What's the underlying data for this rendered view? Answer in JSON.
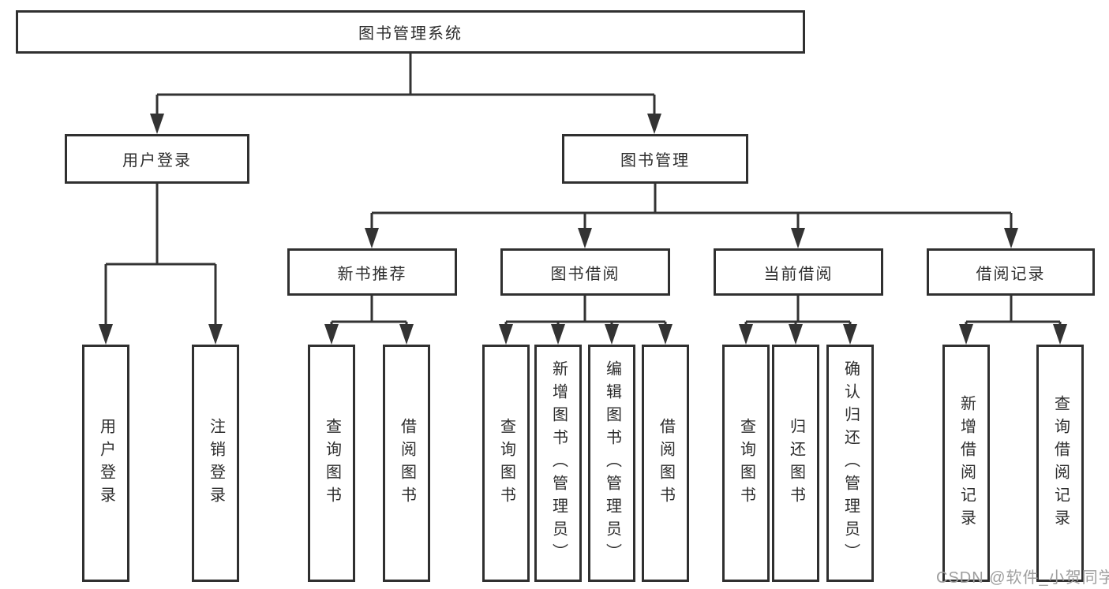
{
  "diagram": {
    "title": "图书管理系统",
    "branches": [
      {
        "label": "用户登录",
        "children": [
          {
            "label": "用户登录"
          },
          {
            "label": "注销登录"
          }
        ]
      },
      {
        "label": "图书管理",
        "children": [
          {
            "label": "新书推荐",
            "children": [
              {
                "label": "查询图书"
              },
              {
                "label": "借阅图书"
              }
            ]
          },
          {
            "label": "图书借阅",
            "children": [
              {
                "label": "查询图书"
              },
              {
                "label": "新增图书（管理员）"
              },
              {
                "label": "编辑图书（管理员）"
              },
              {
                "label": "借阅图书"
              }
            ]
          },
          {
            "label": "当前借阅",
            "children": [
              {
                "label": "查询图书"
              },
              {
                "label": "归还图书"
              },
              {
                "label": "确认归还（管理员）"
              }
            ]
          },
          {
            "label": "借阅记录",
            "children": [
              {
                "label": "新增借阅记录"
              },
              {
                "label": "查询借阅记录"
              }
            ]
          }
        ]
      }
    ]
  },
  "watermark": {
    "text": "CSDN @软件_小贺同学"
  },
  "colors": {
    "background": "#ffffff",
    "box_fill": "#ffffff",
    "box_border": "#303030",
    "line": "#333333",
    "text": "#2d2d2d",
    "watermark": "#9e9e9e"
  }
}
